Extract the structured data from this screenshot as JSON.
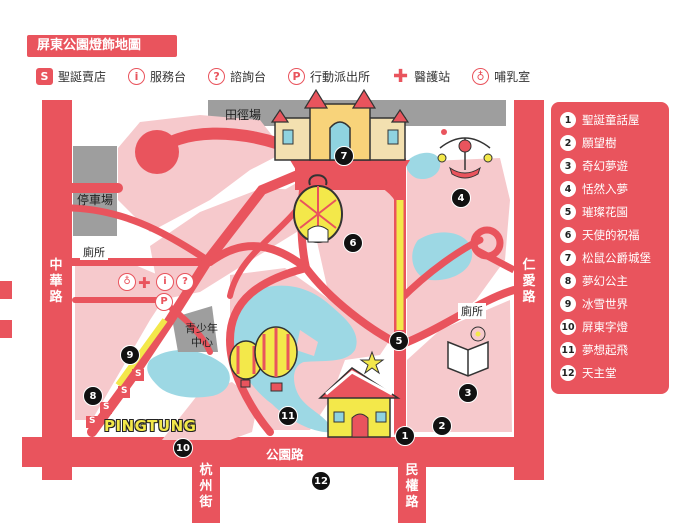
{
  "title": "屏東公園燈飾地圖",
  "colors": {
    "accent": "#e9545d",
    "pink": "#f6c9cc",
    "lake": "#9dd8e4",
    "yellow": "#f3e84a",
    "gray": "#9e9e9e"
  },
  "legend": [
    {
      "icon": "store-icon",
      "glyph": "S",
      "label": "聖誕賣店"
    },
    {
      "icon": "info-icon",
      "glyph": "i",
      "label": "服務台"
    },
    {
      "icon": "question-icon",
      "glyph": "?",
      "label": "諮詢台"
    },
    {
      "icon": "police-icon",
      "glyph": "P",
      "label": "行動派出所"
    },
    {
      "icon": "medical-cross-icon",
      "glyph": "✚",
      "label": "醫護站"
    },
    {
      "icon": "baby-bottle-icon",
      "glyph": "♁",
      "label": "哺乳室"
    }
  ],
  "spots": [
    {
      "n": "1",
      "name": "聖誕童話屋"
    },
    {
      "n": "2",
      "name": "願望樹"
    },
    {
      "n": "3",
      "name": "奇幻夢遊"
    },
    {
      "n": "4",
      "name": "恬然入夢"
    },
    {
      "n": "5",
      "name": "璀璨花園"
    },
    {
      "n": "6",
      "name": "天使的祝福"
    },
    {
      "n": "7",
      "name": "松鼠公爵城堡"
    },
    {
      "n": "8",
      "name": "夢幻公主"
    },
    {
      "n": "9",
      "name": "冰雪世界"
    },
    {
      "n": "10",
      "name": "屏東字燈"
    },
    {
      "n": "11",
      "name": "夢想起飛"
    },
    {
      "n": "12",
      "name": "天主堂"
    }
  ],
  "labels": {
    "stadium": "田徑場",
    "parking": "停車場",
    "toilet_left": "廁所",
    "toilet_right": "廁所",
    "youth_center_1": "青少年",
    "youth_center_2": "中心",
    "road_park": "公園路",
    "brand": "PINGTUNG"
  },
  "roads_vertical": {
    "zhonghua": [
      "中",
      "華",
      "路"
    ],
    "renai": [
      "仁",
      "愛",
      "路"
    ],
    "hangzhou": [
      "杭",
      "州",
      "街"
    ],
    "minquan": [
      "民",
      "權",
      "路"
    ]
  },
  "facilities": {
    "bottle": "♁",
    "cross": "✚",
    "info": "i",
    "question": "?",
    "police": "P",
    "store": "S"
  }
}
